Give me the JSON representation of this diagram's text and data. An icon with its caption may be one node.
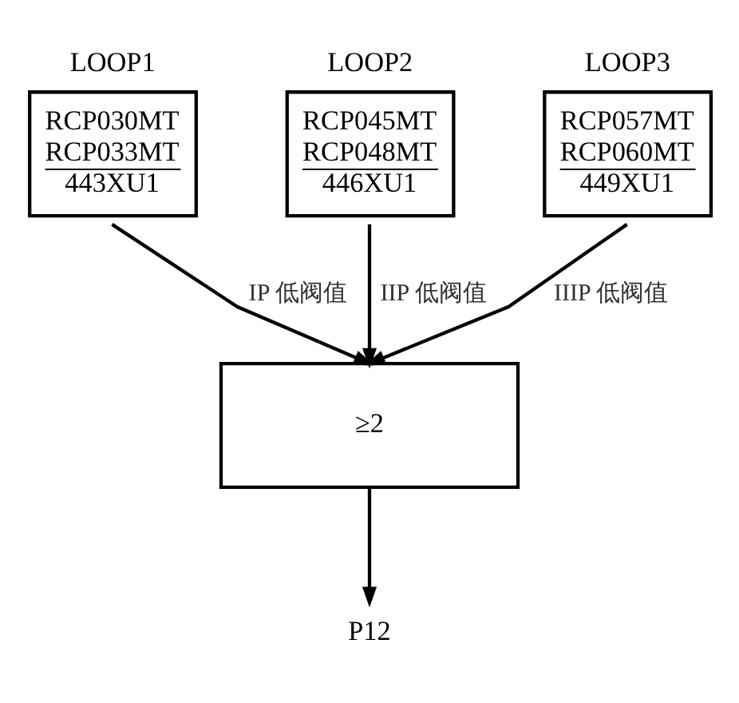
{
  "diagram": {
    "nodes": [
      {
        "text": [
          "LOOP1",
          "RCP030MT",
          "RCP033MT",
          "443XU1"
        ]
      },
      {
        "text": [
          "LOOP2",
          "RCP045MT",
          "RCP048MT",
          "446XU1"
        ]
      },
      {
        "text": [
          "LOOP3",
          "RCP057MT",
          "RCP060MT",
          "449XU1"
        ]
      },
      {
        "text": [
          "≥2"
        ]
      },
      {
        "text": [
          "P12"
        ]
      }
    ],
    "edges": [
      {
        "from": 0,
        "to": 3,
        "arrow": "to",
        "label": "IP 低阀值"
      },
      {
        "from": 1,
        "to": 3,
        "arrow": "to",
        "label": "IIP 低阀值"
      },
      {
        "from": 2,
        "to": 3,
        "arrow": "to",
        "label": "IIIP 低阀值"
      },
      {
        "from": 3,
        "to": 4,
        "arrow": "to"
      }
    ]
  }
}
